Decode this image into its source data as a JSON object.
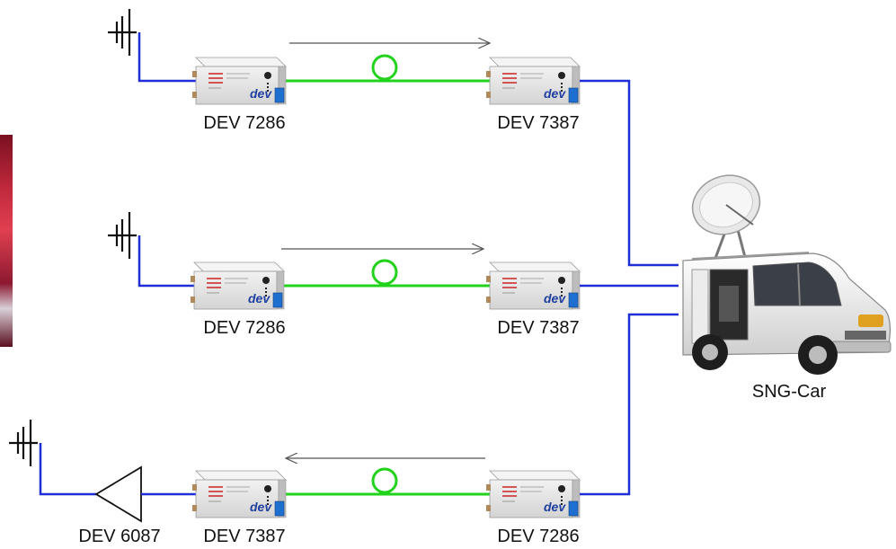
{
  "diagram": {
    "colors": {
      "coax": "#1f2fd6",
      "fiber": "#22d31c",
      "arrow": "#555555",
      "antenna": "#111111",
      "photo_edge": "#b8283a"
    },
    "icons": {
      "antenna": "antenna-icon",
      "amplifier": "amplifier-triangle-icon",
      "converter": "fiber-converter-unit",
      "fiber_loop": "fiber-loop-icon",
      "vehicle": "sng-van-with-dish"
    },
    "links": [
      {
        "direction": "left-to-right",
        "left_unit": "DEV 7286",
        "right_unit": "DEV 7387"
      },
      {
        "direction": "left-to-right",
        "left_unit": "DEV 7286",
        "right_unit": "DEV 7387"
      },
      {
        "direction": "right-to-left",
        "amplifier": "DEV 6087",
        "left_unit": "DEV 7387",
        "right_unit": "DEV 7286"
      }
    ],
    "vehicle_label": "SNG-Car"
  }
}
